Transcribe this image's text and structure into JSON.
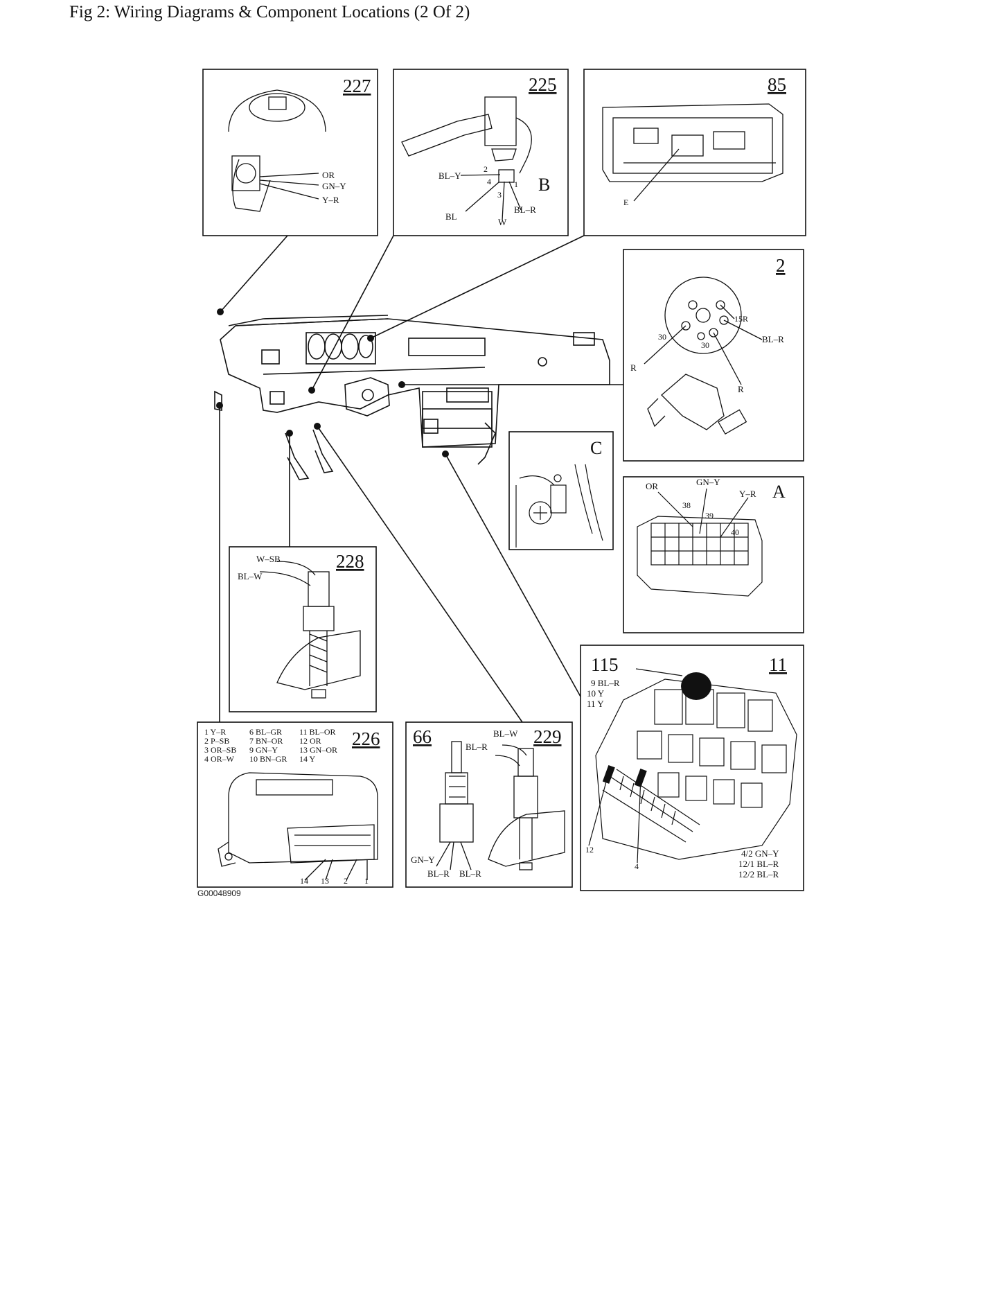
{
  "title": "Fig 2: Wiring Diagrams & Component Locations (2 Of 2)",
  "figure_code": "G00048909",
  "panels": {
    "p227": {
      "number": "227",
      "wires": [
        "OR",
        "GN–Y",
        "Y–R"
      ]
    },
    "p225": {
      "number": "225",
      "letter": "B",
      "labels": [
        "BL–Y",
        "2",
        "4",
        "3",
        "1",
        "BL",
        "W",
        "BL–R"
      ]
    },
    "p85": {
      "number": "85",
      "labels": [
        "E"
      ]
    },
    "p2": {
      "number": "2",
      "labels": [
        "15R",
        "30",
        "30",
        "BL–R",
        "R",
        "R"
      ]
    },
    "pC": {
      "letter": "C"
    },
    "pA": {
      "letter": "A",
      "labels": [
        "OR",
        "GN–Y",
        "Y–R",
        "38",
        "39",
        "40"
      ]
    },
    "p228": {
      "number": "228",
      "labels": [
        "W–SB",
        "BL–W"
      ]
    },
    "p115": {
      "number": "115",
      "number2": "11",
      "legend": [
        "9  BL–R",
        "10  Y",
        "11  Y"
      ],
      "bottom_legend": [
        "4/2  GN–Y",
        "12/1  BL–R",
        "12/2  BL–R"
      ],
      "pins": [
        "12",
        "4"
      ]
    },
    "p226": {
      "number": "226",
      "legend_col1": [
        "1 Y–R",
        "2 P–SB",
        "3 OR–SB",
        "4 OR–W"
      ],
      "legend_col2": [
        "6 BL–GR",
        "7 BN–OR",
        "9 GN–Y",
        "10 BN–GR"
      ],
      "legend_col3": [
        "11 BL–OR",
        "12 OR",
        "13 GN–OR",
        "14 Y"
      ],
      "pins": [
        "14",
        "13",
        "2",
        "1"
      ]
    },
    "p66": {
      "number": "66",
      "number2": "229",
      "labels": [
        "BL–W",
        "BL–R",
        "GN–Y",
        "BL–R",
        "BL–R"
      ]
    }
  }
}
